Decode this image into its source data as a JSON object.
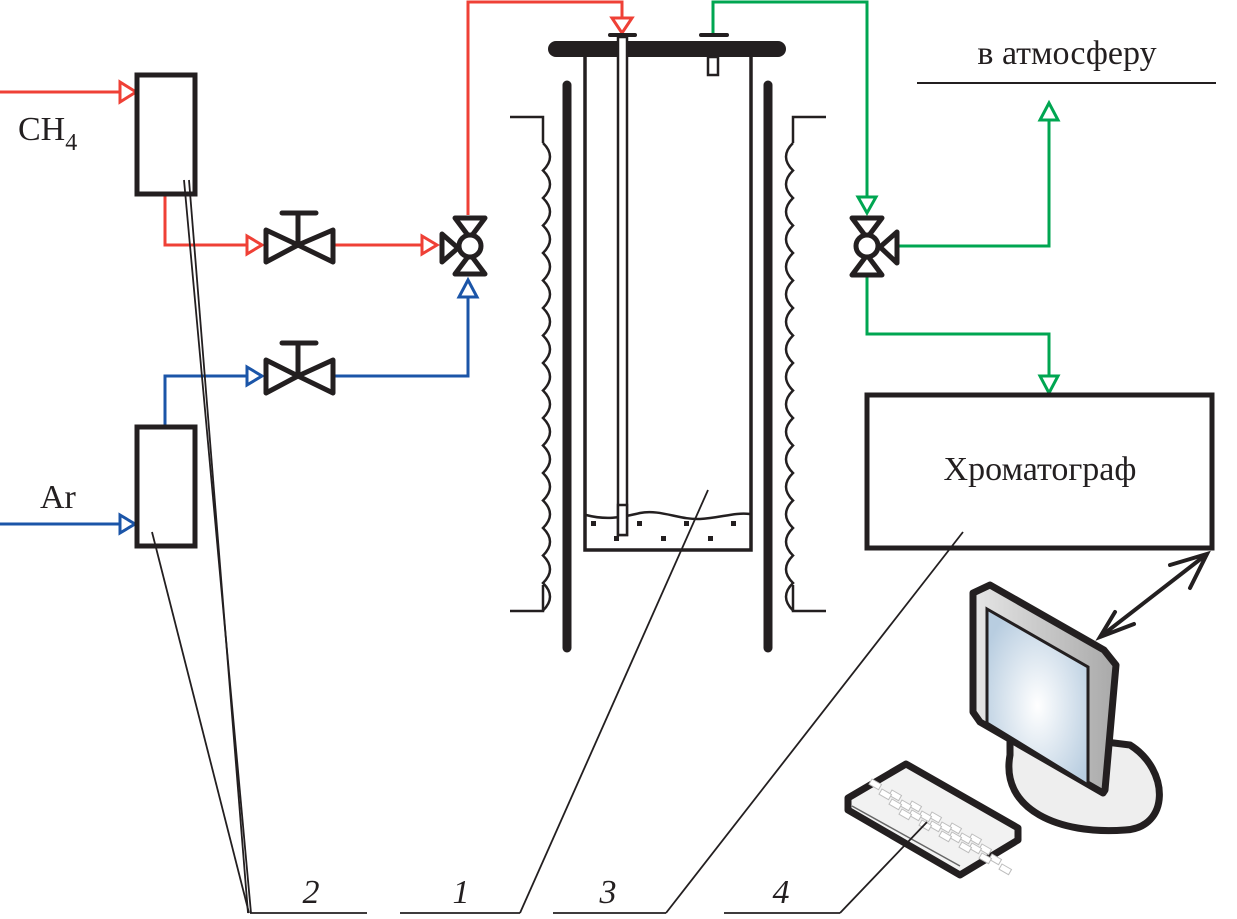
{
  "diagram": {
    "type": "process-flow-schematic",
    "colors": {
      "methane_line": "#ef4036",
      "argon_line": "#1b55a8",
      "exhaust_line": "#00a651",
      "equipment": "#231f20",
      "screen": "#b8cde0"
    },
    "inputs": {
      "methane": {
        "label_main": "CH",
        "label_sub": "4"
      },
      "argon": {
        "label": "Ar"
      }
    },
    "outputs": {
      "atmosphere": {
        "label": "в атмосферу"
      }
    },
    "chromatograph": {
      "label": "Хроматограф"
    },
    "callouts": [
      {
        "id": "1",
        "label": "1",
        "refers_to": "reactor"
      },
      {
        "id": "2",
        "label": "2",
        "refers_to": "flow-meters"
      },
      {
        "id": "3",
        "label": "3",
        "refers_to": "chromatograph"
      },
      {
        "id": "4",
        "label": "4",
        "refers_to": "computer"
      }
    ],
    "components": [
      "flow-meter-ch4",
      "flow-meter-ar",
      "needle-valve-ch4",
      "needle-valve-ar",
      "three-way-valve-inlet",
      "reactor-with-furnace",
      "three-way-valve-outlet",
      "chromatograph",
      "computer"
    ]
  }
}
